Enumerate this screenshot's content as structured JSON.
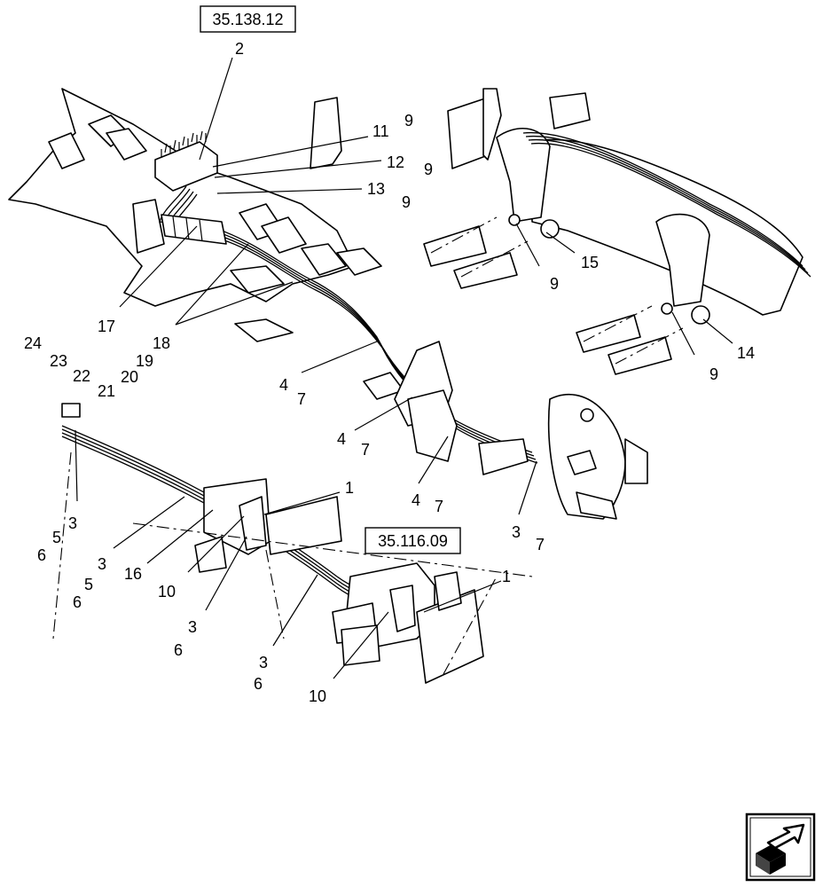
{
  "references": [
    {
      "id": "ref-35-138-12",
      "label": "35.138.12"
    },
    {
      "id": "ref-35-116-09",
      "label": "35.116.09"
    }
  ],
  "callouts": [
    "2",
    "11",
    "12",
    "13",
    "9",
    "9",
    "9",
    "9",
    "15",
    "9",
    "14",
    "9",
    "17",
    "18",
    "24",
    "23",
    "22",
    "21",
    "20",
    "19",
    "4",
    "7",
    "4",
    "7",
    "4",
    "7",
    "3",
    "7",
    "1",
    "3",
    "6",
    "5",
    "3",
    "16",
    "5",
    "6",
    "10",
    "3",
    "6",
    "1",
    "3",
    "6",
    "10"
  ],
  "nav": {
    "icon": "next-page-arrow-icon"
  }
}
